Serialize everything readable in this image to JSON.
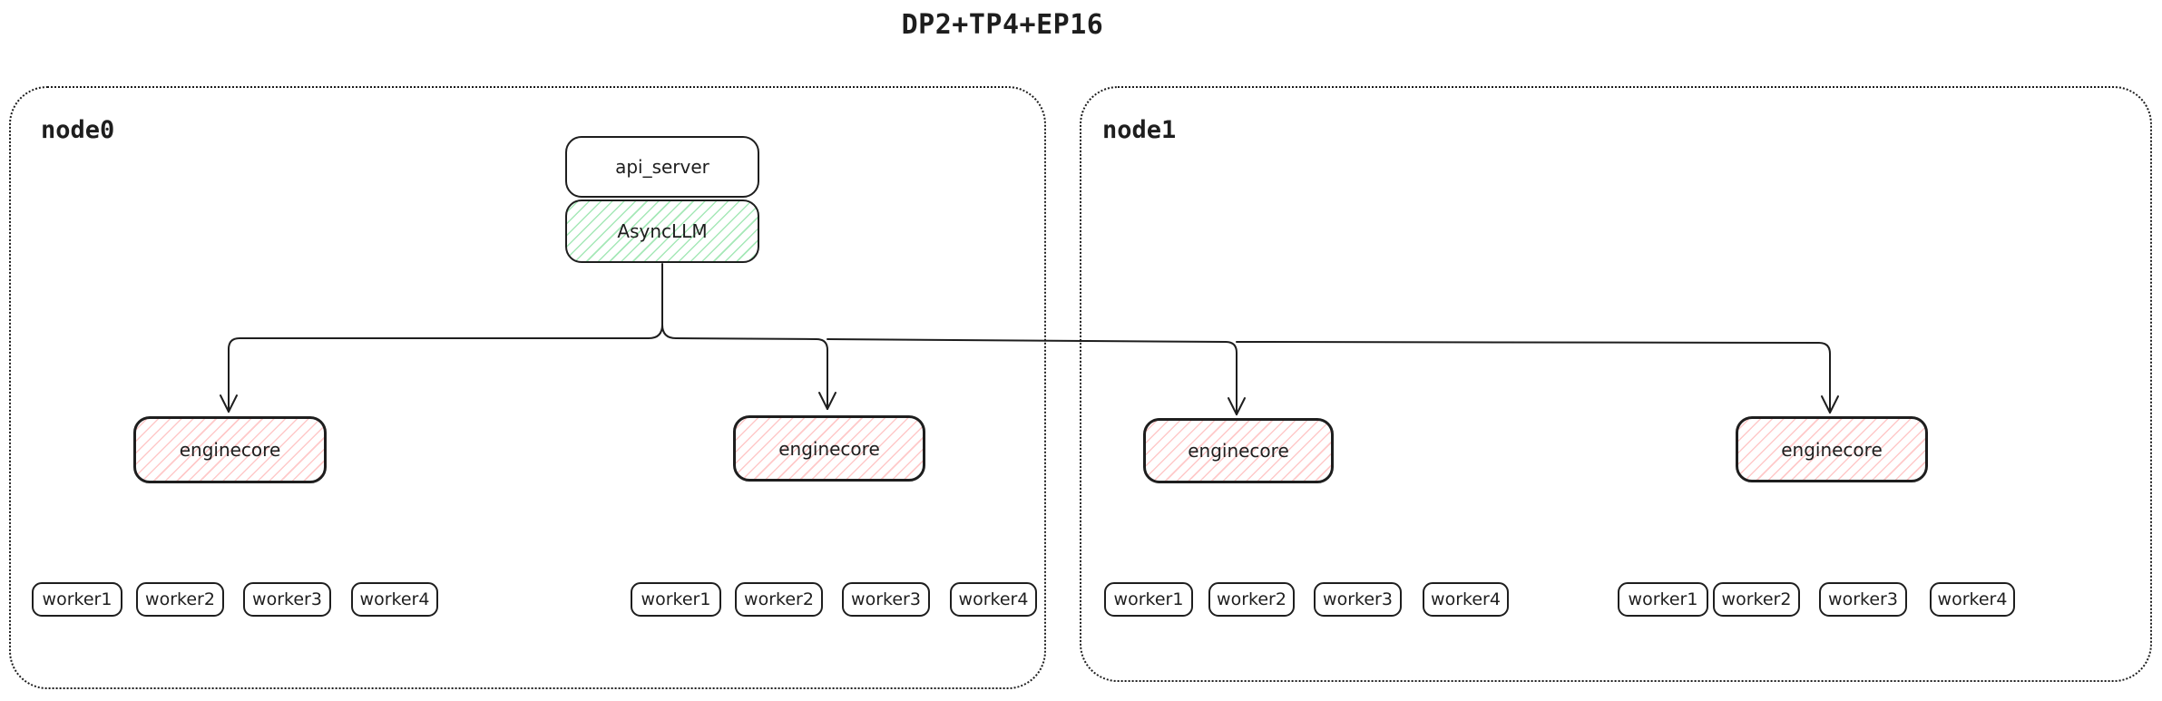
{
  "title": "DP2+TP4+EP16",
  "node0": {
    "label": "node0"
  },
  "node1": {
    "label": "node1"
  },
  "stack": {
    "api_server": "api_server",
    "async_llm": "AsyncLLM"
  },
  "enginecores": {
    "labels": [
      "enginecore",
      "enginecore",
      "enginecore",
      "enginecore"
    ]
  },
  "worker_groups": [
    {
      "workers": [
        "worker1",
        "worker2",
        "worker3",
        "worker4"
      ]
    },
    {
      "workers": [
        "worker1",
        "worker2",
        "worker3",
        "worker4"
      ]
    },
    {
      "workers": [
        "worker1",
        "worker2",
        "worker3",
        "worker4"
      ]
    },
    {
      "workers": [
        "worker1",
        "worker2",
        "worker3",
        "worker4"
      ]
    }
  ],
  "colors": {
    "ink": "#1e1e1e",
    "green_hatch": "#a5e8b7",
    "pink_hatch": "#ffc9c9",
    "background": "#ffffff"
  }
}
